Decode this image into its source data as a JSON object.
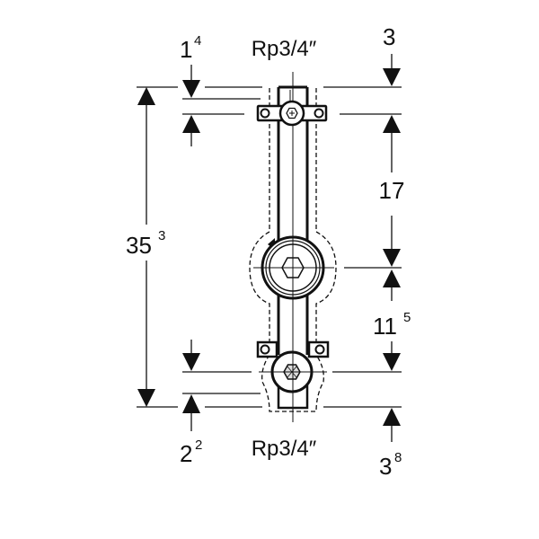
{
  "labels": {
    "top_connection": "Rp3/4″",
    "bottom_connection": "Rp3/4″",
    "dim_top_left": {
      "main": "1",
      "sup": "4"
    },
    "dim_top_right": {
      "main": "3",
      "sup": ""
    },
    "dim_total": {
      "main": "35",
      "sup": "3"
    },
    "dim_upper_span": {
      "main": "17",
      "sup": ""
    },
    "dim_lower_span": {
      "main": "11",
      "sup": "5"
    },
    "dim_bottom_left": {
      "main": "2",
      "sup": "2"
    },
    "dim_bottom_right": {
      "main": "3",
      "sup": "8"
    }
  },
  "colors": {
    "line": "#111111",
    "background": "#ffffff"
  }
}
